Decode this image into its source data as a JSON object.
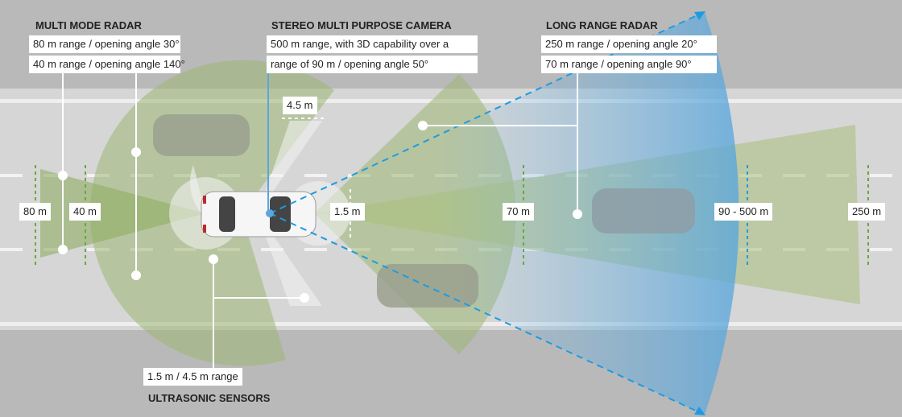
{
  "multi_mode_radar": {
    "title": "MULTI MODE RADAR",
    "lines": [
      "80 m range / opening angle 30°",
      "40 m range / opening angle 140°"
    ]
  },
  "stereo_camera": {
    "title": "STEREO MULTI PURPOSE CAMERA",
    "lines": [
      "500 m range, with 3D capability over a",
      "range of 90 m / opening angle 50°"
    ]
  },
  "long_range_radar": {
    "title": "LONG RANGE RADAR",
    "lines": [
      "250 m range / opening angle 20°",
      "70 m range / opening angle 90°"
    ]
  },
  "ultrasonic": {
    "title": "ULTRASONIC SENSORS",
    "lines": [
      "1.5 m / 4.5 m range"
    ]
  },
  "distances": {
    "d80": "80 m",
    "d40": "40 m",
    "d4_5": "4.5 m",
    "d1_5": "1.5 m",
    "d70": "70 m",
    "d90_500": "90 - 500 m",
    "d250": "250 m"
  },
  "colors": {
    "green": "#9cb874",
    "blue": "#5aa7dc",
    "dash_blue": "#1e9be0",
    "road": "#d8d8d8"
  }
}
